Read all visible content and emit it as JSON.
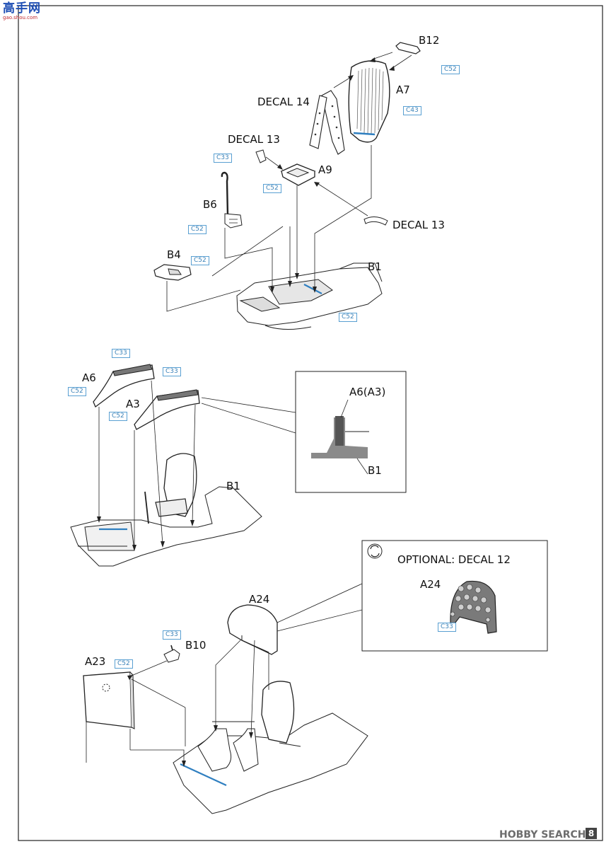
{
  "watermark_top": {
    "main": "高手网",
    "sub": "gao.shou.com"
  },
  "watermark_bottom": {
    "brand": "HOBBY SEARCH"
  },
  "page_number": "8",
  "step1": {
    "labels": {
      "b12": "B12",
      "a7": "A7",
      "decal14": "DECAL 14",
      "decal13_top": "DECAL 13",
      "a9": "A9",
      "b6": "B6",
      "decal13_right": "DECAL 13",
      "b4": "B4",
      "b1": "B1"
    },
    "codes": {
      "b12": "C52",
      "a7": "C43",
      "b6_top": "C33",
      "a9": "C52",
      "b6": "C52",
      "b4": "C52",
      "b1": "C52"
    }
  },
  "step2": {
    "labels": {
      "a6": "A6",
      "a3": "A3",
      "b1": "B1"
    },
    "codes": {
      "a6_top": "C33",
      "a6": "C52",
      "a3_top": "C33",
      "a3": "C52"
    },
    "detail": {
      "label_top": "A6(A3)",
      "label_bottom": "B1"
    }
  },
  "step3": {
    "labels": {
      "a24": "A24",
      "b10": "B10",
      "a23": "A23"
    },
    "codes": {
      "b10": "C33",
      "a23": "C52"
    },
    "optional": {
      "title": "OPTIONAL: DECAL 12",
      "part": "A24",
      "code": "C33"
    }
  }
}
